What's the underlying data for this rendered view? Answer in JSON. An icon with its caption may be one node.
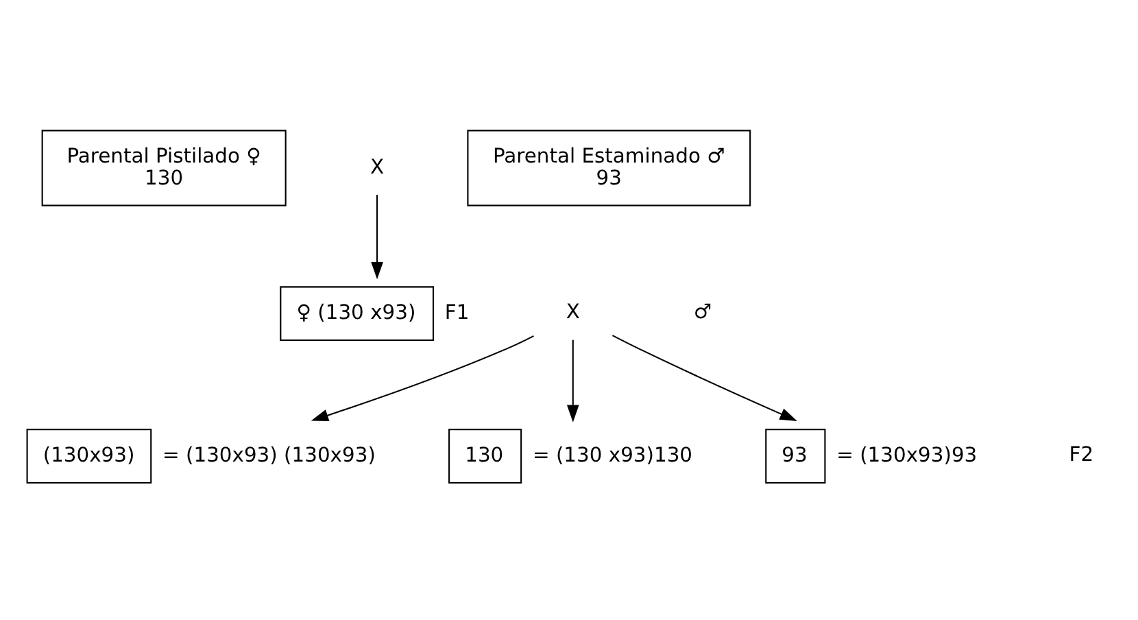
{
  "diagram": {
    "nodes": [
      {
        "text": [
          "Parental Pistilado ♀",
          "130"
        ]
      },
      {
        "text": [
          "X"
        ]
      },
      {
        "text": [
          "Parental Estaminado ♂",
          "93"
        ]
      },
      {
        "text": [
          "♀ (130 x93)"
        ],
        "beside": [
          "F1"
        ]
      },
      {
        "text": [
          "X"
        ]
      },
      {
        "text": [
          "(130x93)"
        ],
        "beside": [
          "= (130x93) (130x93)"
        ]
      },
      {
        "text": [
          "130"
        ],
        "beside": [
          "= (130 x93)130"
        ]
      },
      {
        "text": [
          "93"
        ],
        "beside": [
          "= (130x93)93"
        ]
      }
    ],
    "edges": [
      {
        "from": 1,
        "to": 3,
        "arrow": "to"
      },
      {
        "from": 4,
        "to": 5,
        "arrow": "to"
      },
      {
        "from": 4,
        "to": 6,
        "arrow": "to"
      },
      {
        "from": 4,
        "to": 7,
        "arrow": "to"
      }
    ],
    "labels": [
      "F2",
      "♂"
    ]
  }
}
